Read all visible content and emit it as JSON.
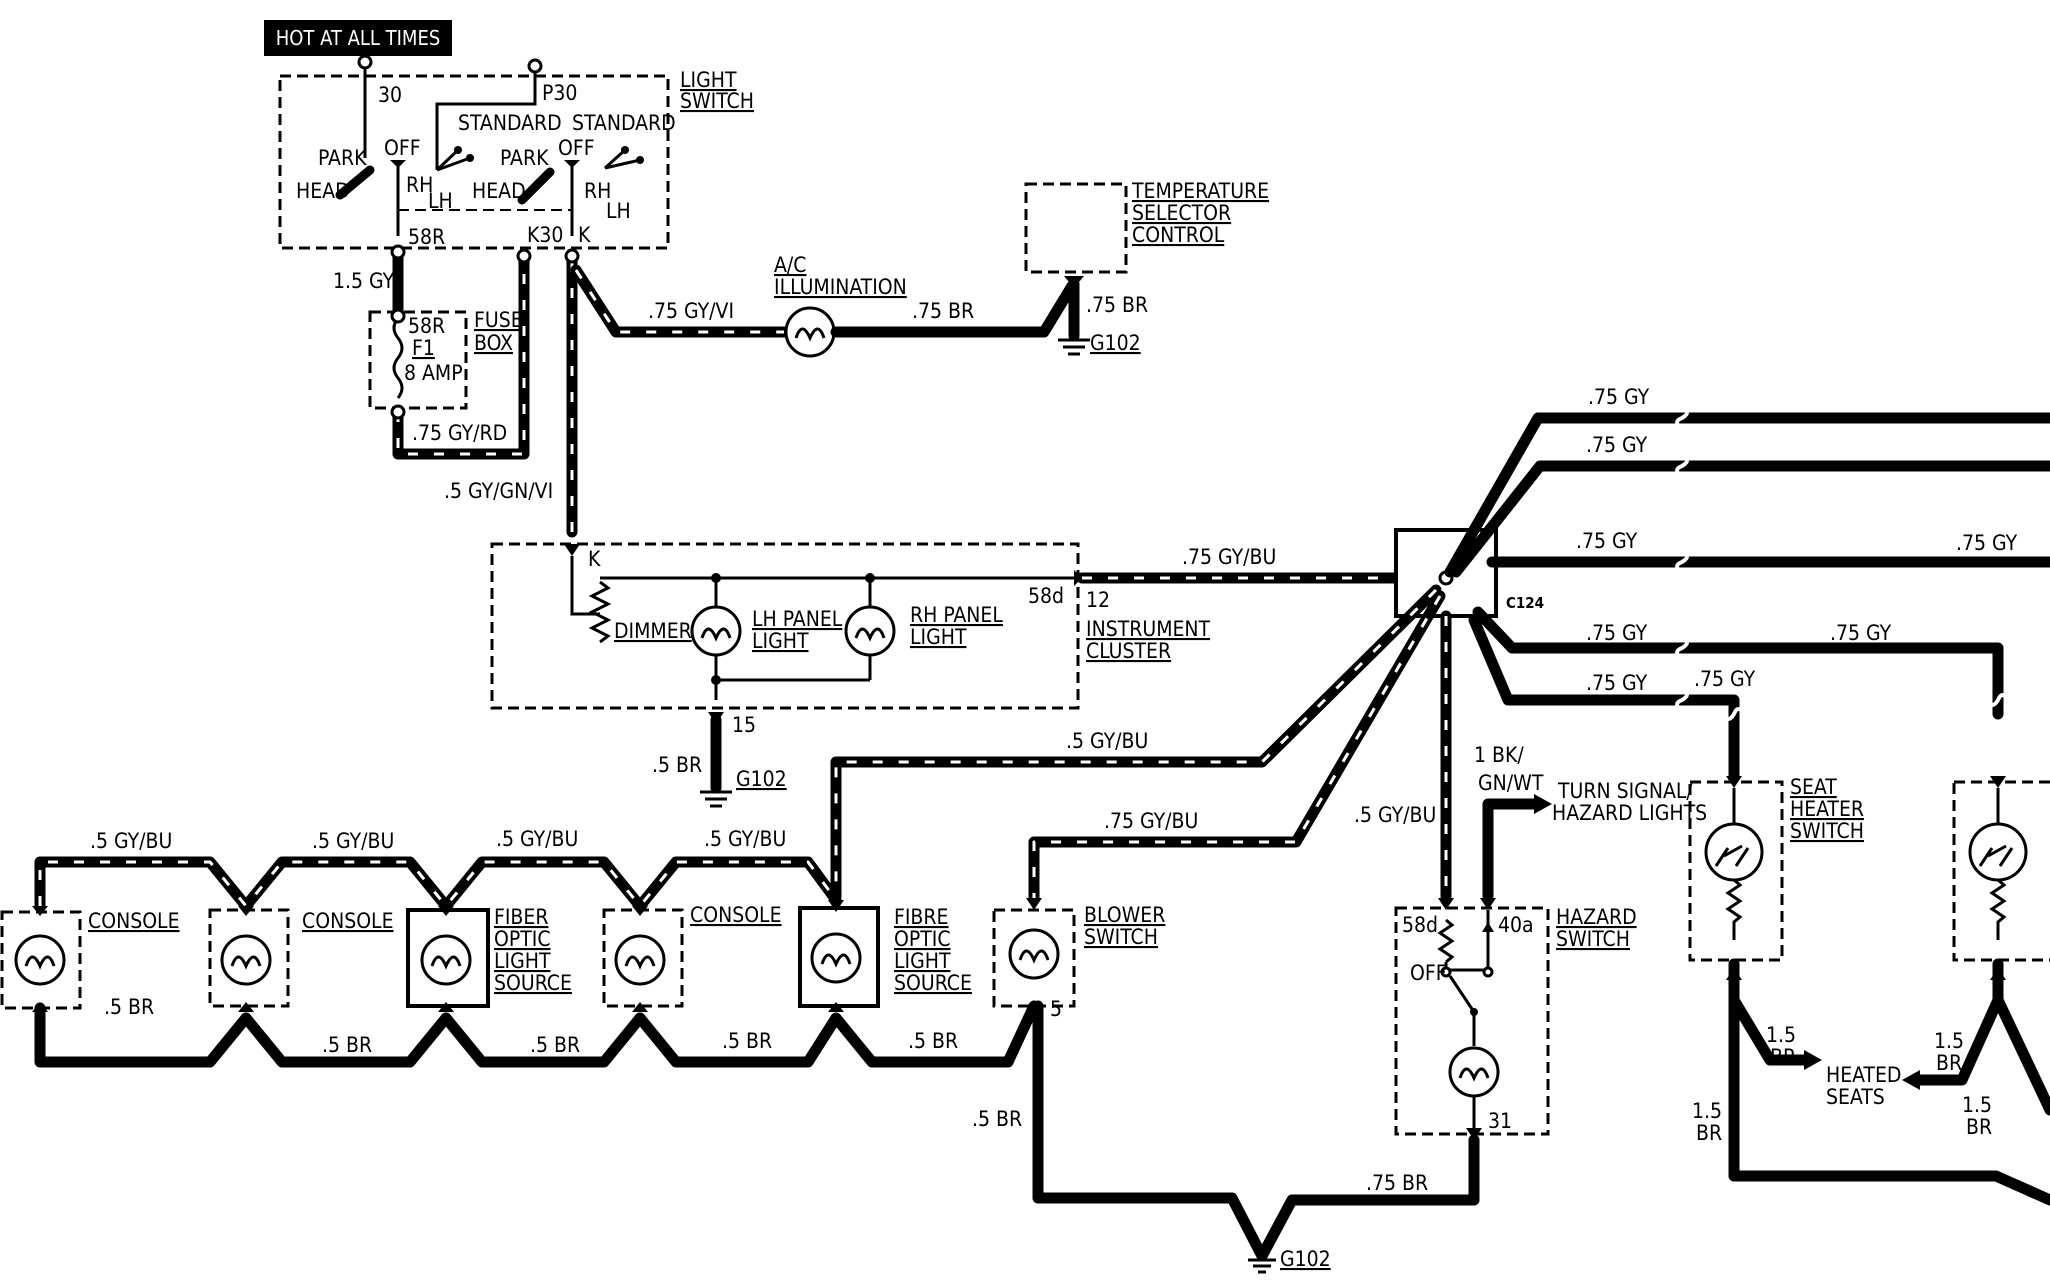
{
  "banner": "HOT AT ALL TIMES",
  "light_switch": {
    "title_line1": "LIGHT",
    "title_line2": "SWITCH",
    "terminal_30": "30",
    "terminal_p30": "P30",
    "park_left": "PARK",
    "head_left": "HEAD",
    "off_left": "OFF",
    "rh_left": "RH",
    "lh_left": "LH",
    "standard_left": "STANDARD",
    "park_right": "PARK",
    "head_right": "HEAD",
    "off_right": "OFF",
    "rh_right": "RH",
    "lh_right": "LH",
    "standard_right": "STANDARD",
    "terminal_58r": "58R",
    "terminal_k30": "K30",
    "terminal_k": "K"
  },
  "fuse_box": {
    "title_line1": "FUSE",
    "title_line2": "BOX",
    "line1": "58R",
    "line2": "F1",
    "line3": "8 AMP"
  },
  "temperature_selector": {
    "line1": "TEMPERATURE",
    "line2": "SELECTOR",
    "line3": "CONTROL"
  },
  "ac_illumination": {
    "line1": "A/C",
    "line2": "ILLUMINATION"
  },
  "instrument_cluster": {
    "title_line1": "INSTRUMENT",
    "title_line2": "CLUSTER",
    "terminal_k": "K",
    "terminal_58d": "58d",
    "pin_12": "12",
    "pin_15": "15",
    "dimmer": "DIMMER",
    "lh_panel_line1": "LH PANEL",
    "lh_panel_line2": "LIGHT",
    "rh_panel_line1": "RH PANEL",
    "rh_panel_line2": "LIGHT"
  },
  "connector": "C124",
  "grounds": {
    "g102_ac": "G102",
    "g102_cluster": "G102",
    "g102_bottom": "G102"
  },
  "wires": {
    "w_15gy": "1.5 GY",
    "w_75gyrd": ".75 GY/RD",
    "w_5gygnvi": ".5 GY/GN/VI",
    "w_75gyvi": ".75 GY/VI",
    "w_75br_ac": ".75 BR",
    "w_75br_temp": ".75 BR",
    "w_75gybu_cluster": ".75 GY/BU",
    "w_5br_cluster": ".5 BR",
    "w_5gybu_fibre": ".5 GY/BU",
    "w_75gybu_blower": ".75 GY/BU",
    "w_5gybu_hazard": ".5 GY/BU",
    "w_1bk": "1 BK/",
    "w_gnwt": "GN/WT",
    "w_75gy_1": ".75 GY",
    "w_75gy_2": ".75 GY",
    "w_75gy_3": ".75 GY",
    "w_75gy_3r": ".75 GY",
    "w_75gy_4": ".75 GY",
    "w_75gy_4r": ".75 GY",
    "w_75gy_5": ".75 GY",
    "w_75gy_5b": ".75 GY",
    "w_top_1": ".5 GY/BU",
    "w_top_2": ".5 GY/BU",
    "w_top_3": ".5 GY/BU",
    "w_top_4": ".5 GY/BU",
    "w_bot_1": ".5 BR",
    "w_bot_2": ".5 BR",
    "w_bot_3": ".5 BR",
    "w_bot_4": ".5 BR",
    "w_bot_5": ".5 BR",
    "w_5br_down": ".5 BR",
    "w_75br_hazard": ".75 BR",
    "w_15br_a": "1.5",
    "w_15br_a2": "BR",
    "w_15br_b": "1.5",
    "w_15br_b2": "BR",
    "w_15br_c": "1.5",
    "w_15br_c2": "BR",
    "w_15br_d": "1.5",
    "w_15br_d2": "BR"
  },
  "components": {
    "console_1": "CONSOLE",
    "console_2": "CONSOLE",
    "console_3": "CONSOLE",
    "fiber_line1": "FIBER",
    "fiber_line2": "OPTIC",
    "fiber_line3": "LIGHT",
    "fiber_line4": "SOURCE",
    "fibre_line1": "FIBRE",
    "fibre_line2": "OPTIC",
    "fibre_line3": "LIGHT",
    "fibre_line4": "SOURCE",
    "blower_line1": "BLOWER",
    "blower_line2": "SWITCH",
    "blower_pin": "5",
    "hazard_line1": "HAZARD",
    "hazard_line2": "SWITCH",
    "hazard_58d": "58d",
    "hazard_40a": "40a",
    "hazard_off": "OFF",
    "hazard_31": "31",
    "turn_signal_line1": "TURN SIGNAL/",
    "turn_signal_line2": "HAZARD LIGHTS",
    "seat_heater_line1": "SEAT",
    "seat_heater_line2": "HEATER",
    "seat_heater_line3": "SWITCH",
    "heated_seats_line1": "HEATED",
    "heated_seats_line2": "SEATS"
  }
}
